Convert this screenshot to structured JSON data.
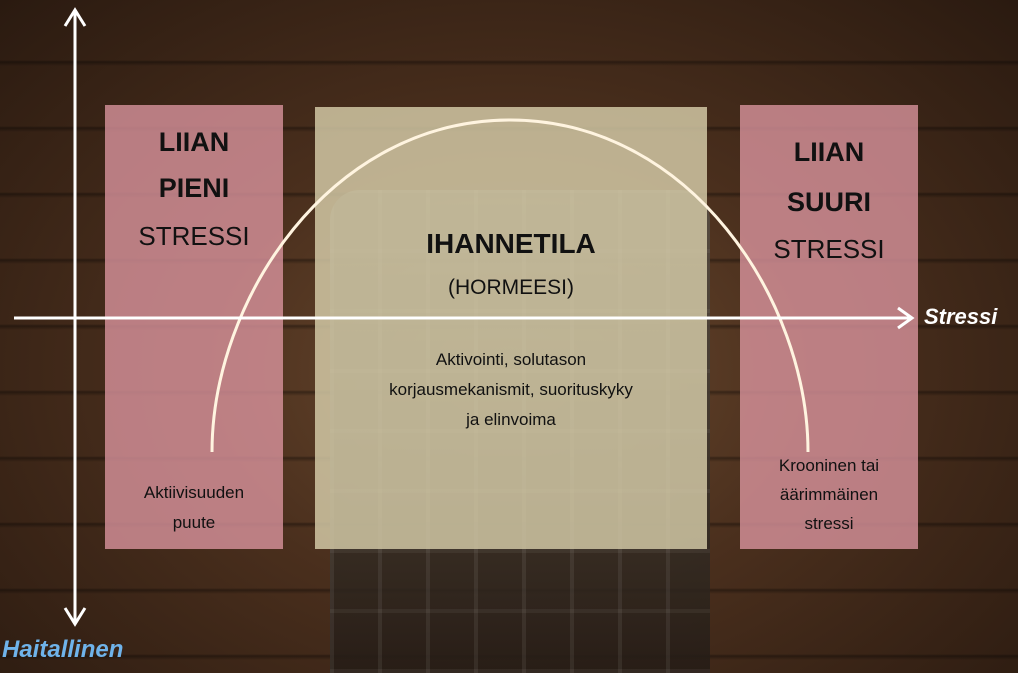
{
  "left_zone": {
    "title_line1": "LIIAN",
    "title_line2": "PIENI",
    "subtitle": "STRESSI",
    "note_line1": "Aktiivisuuden",
    "note_line2": "puute"
  },
  "middle_zone": {
    "title": "IHANNETILA",
    "subtitle": "(HORMEESI)",
    "desc_line1": "Aktivointi, solutason",
    "desc_line2": "korjausmekanismit, suorituskyky",
    "desc_line3": "ja elinvoima"
  },
  "right_zone": {
    "title_line1": "LIIAN",
    "title_line2": "SUURI",
    "subtitle": "STRESSI",
    "note_line1": "Krooninen tai",
    "note_line2": "äärimmäinen",
    "note_line3": "stressi"
  },
  "axes": {
    "x_label": "Stressi",
    "y_negative_label": "Haitallinen"
  },
  "colors": {
    "side_zone": "#dc96a0",
    "middle_zone": "#d7cdaa",
    "axis": "#ffffff",
    "curve": "#fff4e0",
    "negative_label": "#6fb3ea"
  }
}
